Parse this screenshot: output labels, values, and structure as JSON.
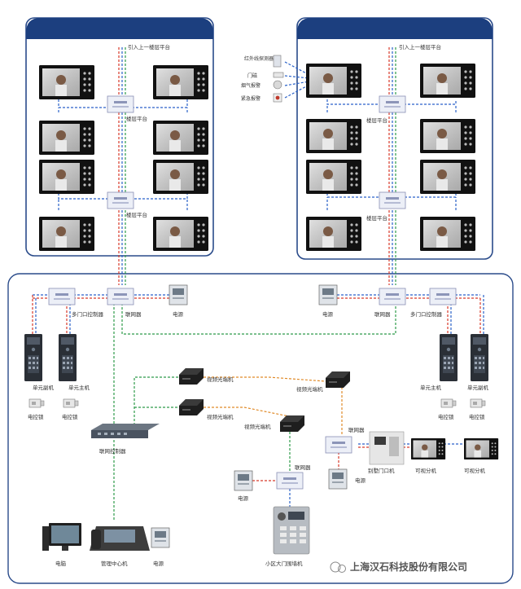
{
  "floor_labels": {
    "to_upper_floor": "引入上一楼层平台",
    "floor_platform": "楼层平台"
  },
  "sensors": [
    "红外线探测器",
    "门磁",
    "烟气报警",
    "紧急报警"
  ],
  "equipment": {
    "multi_door_controller": "多门口控制器",
    "networker": "联网器",
    "power": "电源",
    "unit_sub_machine": "单元副机",
    "unit_main_machine": "单元主机",
    "electric_lock": "电控锁",
    "network_controller": "联网控制器",
    "video_transceiver": "视频光端机",
    "villa_door_machine": "别墅门口机",
    "visual_extension": "可视分机",
    "computer": "电脑",
    "management_center": "管理中心机",
    "community_gate_machine": "小区大门围墙机"
  },
  "watermark": "上海汉石科技股份有限公司",
  "colors": {
    "header_blue": "#1c3f7f",
    "frame_blue": "#2a4b8a",
    "wire_red": "#d83a2a",
    "wire_blue": "#2a62c9",
    "wire_green": "#2e9b4a",
    "wire_orange": "#e08a28"
  }
}
